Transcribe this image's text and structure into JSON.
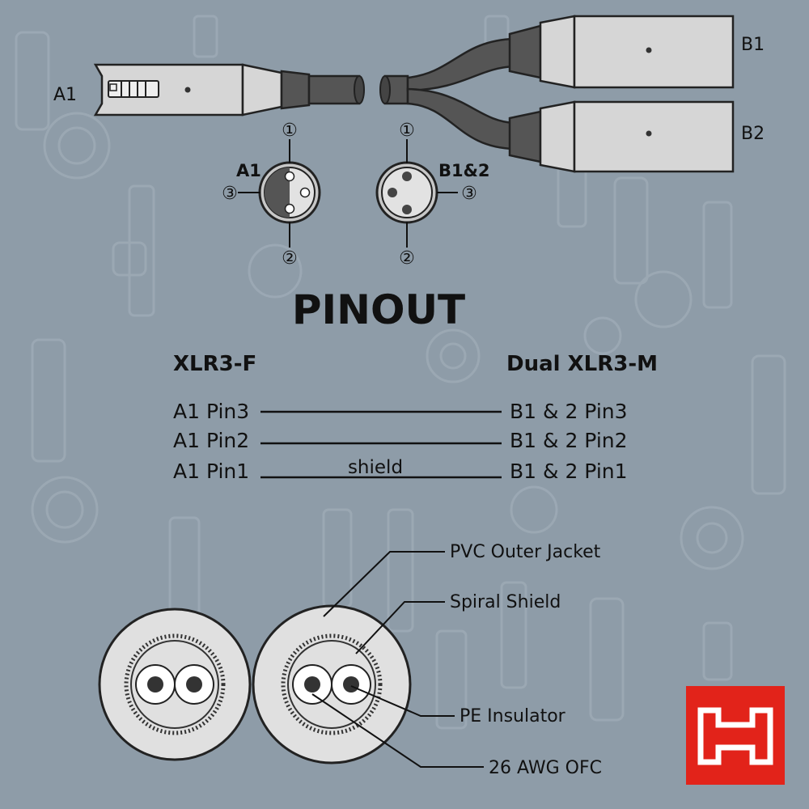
{
  "connectors": {
    "a1_label": "A1",
    "b1_label": "B1",
    "b2_label": "B2"
  },
  "pin_faces": {
    "female_label": "A1",
    "male_label": "B1&2",
    "pin1": "①",
    "pin2": "②",
    "pin3": "③"
  },
  "title": "PINOUT",
  "pinout": {
    "left_header": "XLR3-F",
    "right_header": "Dual XLR3-M",
    "rows": [
      {
        "left": "A1 Pin3",
        "right": "B1 & 2 Pin3",
        "note": ""
      },
      {
        "left": "A1 Pin2",
        "right": "B1 & 2 Pin2",
        "note": ""
      },
      {
        "left": "A1 Pin1",
        "right": "B1 & 2 Pin1",
        "note": "shield"
      }
    ]
  },
  "cable_cross_section": {
    "callouts": [
      "PVC Outer Jacket",
      "Spiral Shield",
      "PE Insulator",
      "26 AWG OFC"
    ]
  },
  "brand": {
    "logo_color": "#e2231a"
  }
}
